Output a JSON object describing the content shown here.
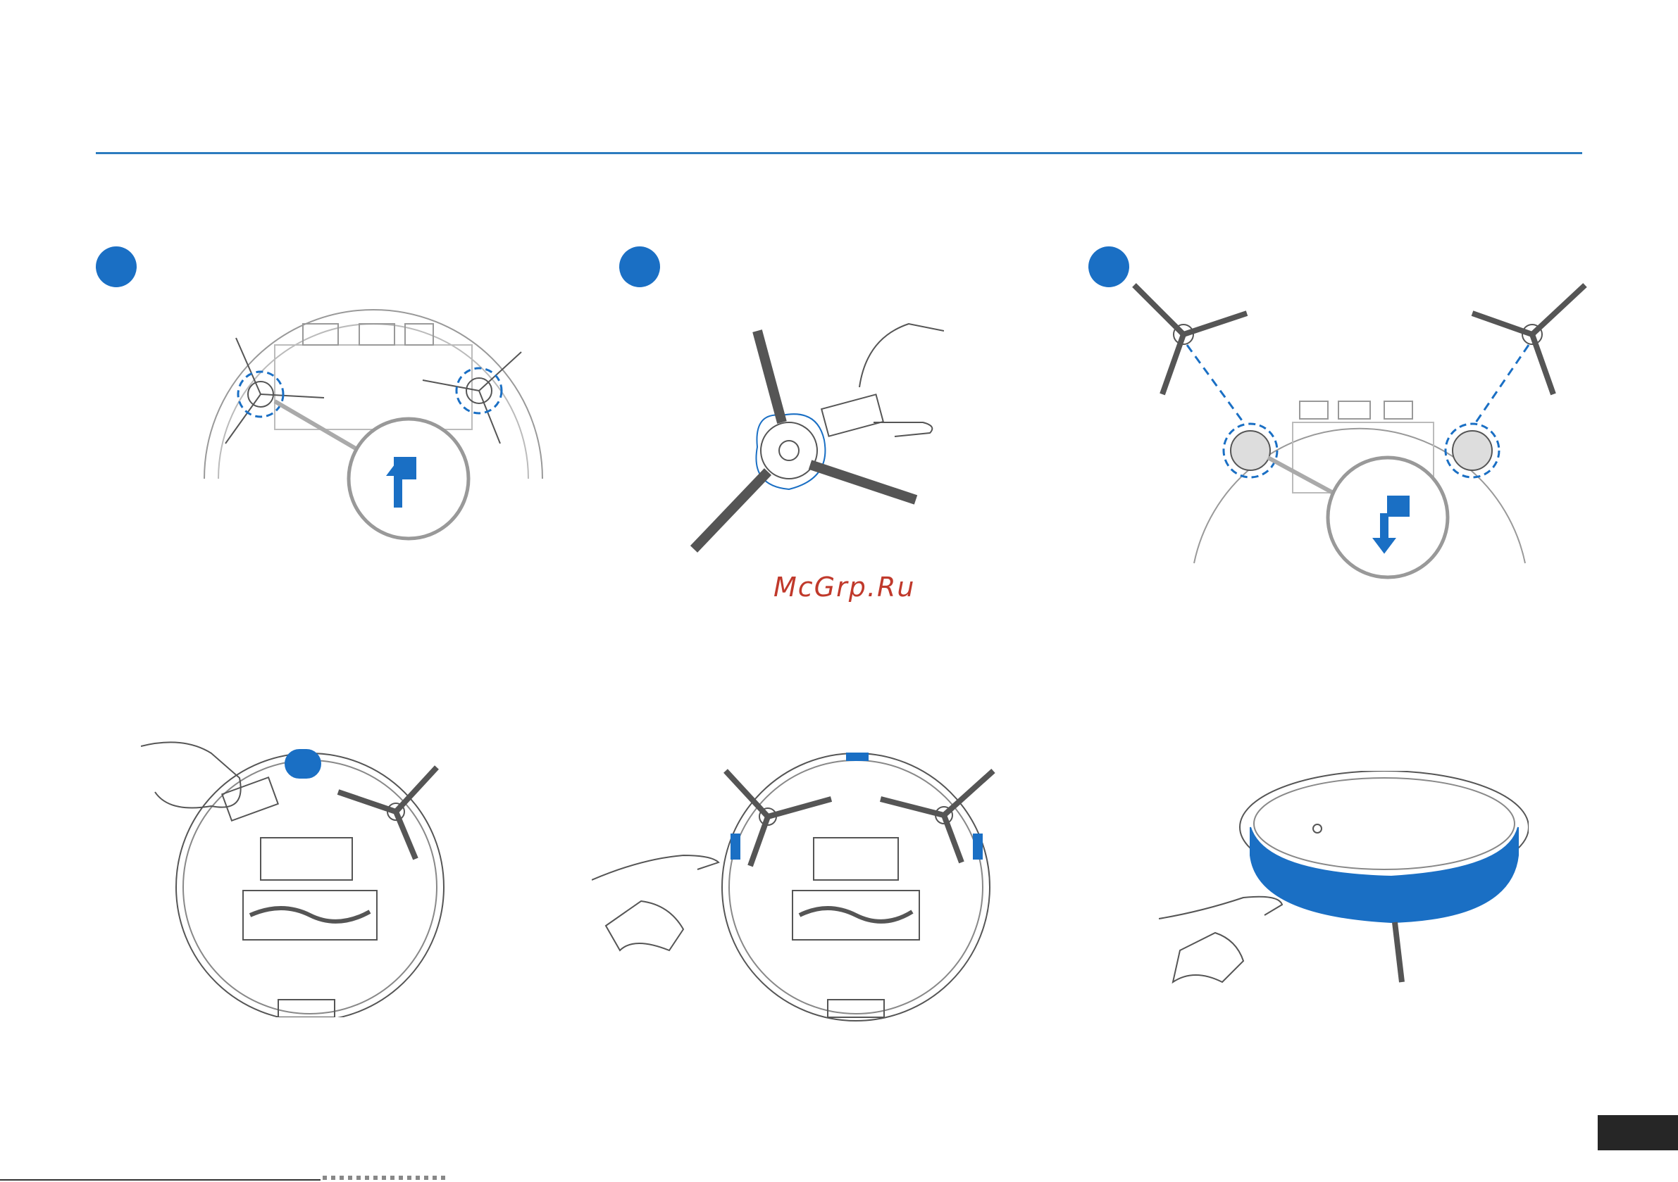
{
  "watermark": "McGrp.Ru",
  "colors": {
    "accent": "#1a6fc4",
    "rule": "#2b7bbf",
    "watermark": "#c0392b",
    "page_tab": "#262626"
  },
  "steps": [
    {
      "icon": "step-badge"
    },
    {
      "icon": "step-badge"
    },
    {
      "icon": "step-badge"
    }
  ],
  "illustrations": [
    "robot-underside-remove-side-brushes",
    "side-brush-cleaning-tool",
    "robot-underside-install-side-brushes",
    "robot-underside-clean-main-brush",
    "robot-underside-wipe-sensors",
    "robot-top-wipe-bumper"
  ]
}
